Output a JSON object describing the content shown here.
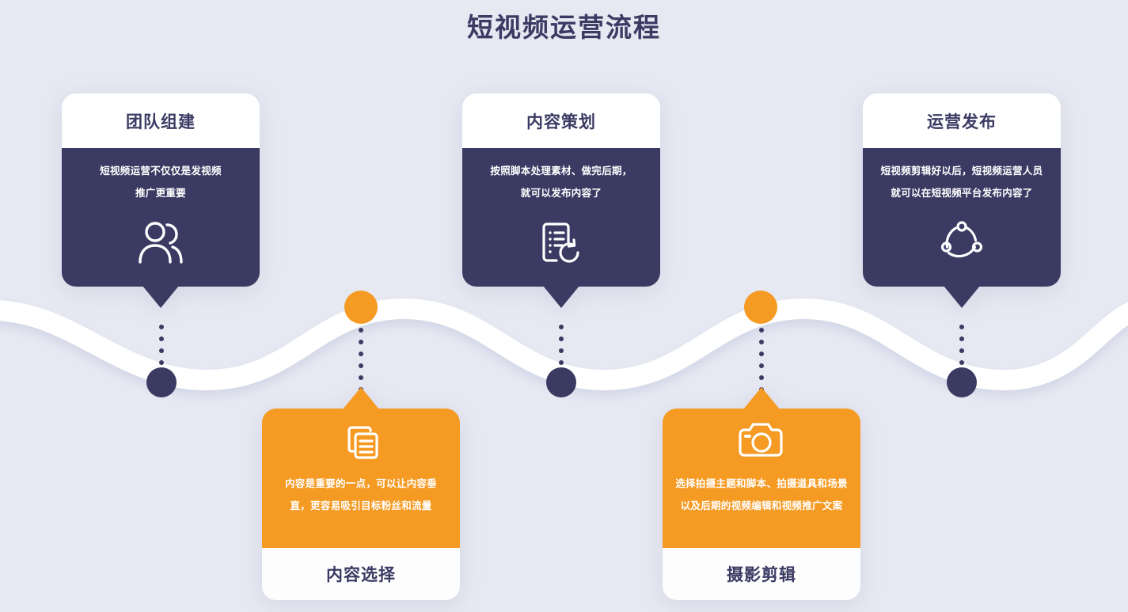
{
  "title": "短视频运营流程",
  "colors": {
    "background": "#e6e8f2",
    "dark": "#3b3a63",
    "accent_orange": "#f59a23",
    "card_white": "#ffffff",
    "wave": "#ffffff"
  },
  "cards": [
    {
      "id": "team-building",
      "title": "团队组建",
      "desc_line1": "短视频运营不仅仅是发视频",
      "desc_line2": "推广更重要",
      "icon": "people-icon",
      "variant": "dark-top"
    },
    {
      "id": "content-selection",
      "title": "内容选择",
      "desc_line1": "内容是重要的一点，可以让内容垂",
      "desc_line2": "直，更容易吸引目标粉丝和流量",
      "icon": "documents-icon",
      "variant": "orange-bottom"
    },
    {
      "id": "content-planning",
      "title": "内容策划",
      "desc_line1": "按照脚本处理素材、做完后期，",
      "desc_line2": "就可以发布内容了",
      "icon": "clipboard-refresh-icon",
      "variant": "dark-top"
    },
    {
      "id": "shooting-editing",
      "title": "摄影剪辑",
      "desc_line1": "选择拍摄主题和脚本、拍摄道具和场景",
      "desc_line2": "以及后期的视频编辑和视频推广文案",
      "icon": "camera-icon",
      "variant": "orange-bottom"
    },
    {
      "id": "operation-publish",
      "title": "运营发布",
      "desc_line1": "短视频剪辑好以后，短视频运营人员",
      "desc_line2": "就可以在短视频平台发布内容了",
      "icon": "share-network-icon",
      "variant": "dark-top"
    }
  ],
  "nodes": [
    {
      "id": "node-1",
      "type": "dark",
      "label": ""
    },
    {
      "id": "node-2",
      "type": "orange",
      "label": ""
    },
    {
      "id": "node-3",
      "type": "dark",
      "label": ""
    },
    {
      "id": "node-4",
      "type": "orange",
      "label": ""
    },
    {
      "id": "node-5",
      "type": "dark",
      "label": ""
    }
  ]
}
